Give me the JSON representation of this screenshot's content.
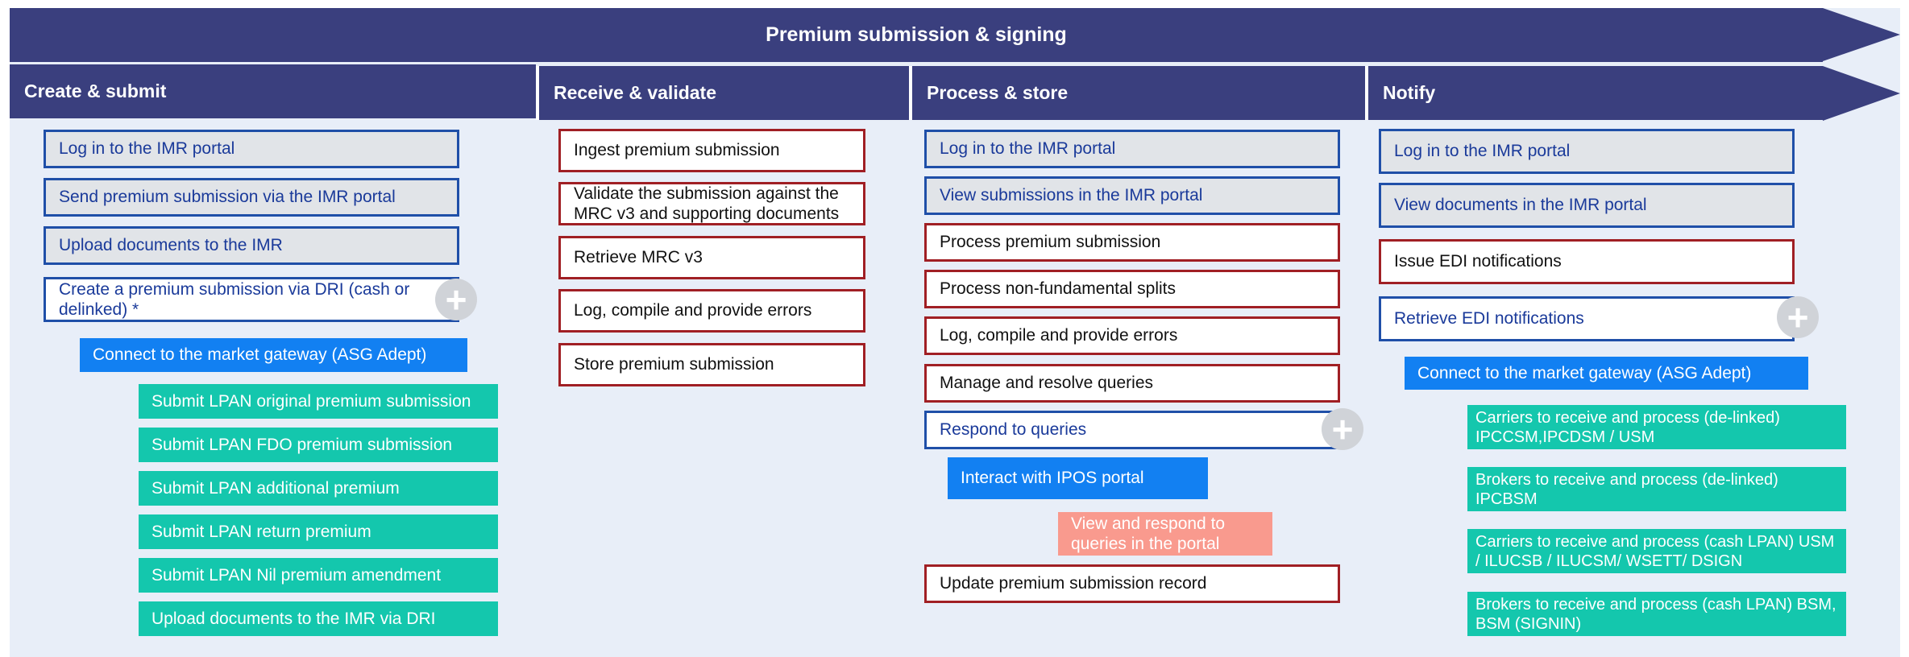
{
  "title": "Premium submission & signing",
  "columns": {
    "create": {
      "header": "Create & submit",
      "log_in": "Log in to the IMR portal",
      "send": "Send premium submission via the IMR portal",
      "upload": "Upload documents to the IMR",
      "create_dri": "Create a premium submission via DRI (cash or delinked) *",
      "connect": "Connect to the market gateway (ASG Adept)",
      "lpan_original": "Submit LPAN  original premium submission",
      "lpan_fdo": "Submit LPAN FDO premium submission",
      "lpan_additional": "Submit LPAN additional premium",
      "lpan_return": "Submit LPAN return premium",
      "lpan_nil": "Submit LPAN Nil premium amendment",
      "upload_dri": "Upload documents to the IMR via DRI"
    },
    "receive": {
      "header": "Receive & validate",
      "ingest": "Ingest premium submission",
      "validate": "Validate the submission against the MRC v3 and supporting documents",
      "retrieve": "Retrieve MRC v3",
      "errors": "Log, compile and provide errors",
      "store": "Store premium submission"
    },
    "process": {
      "header": "Process & store",
      "log_in": "Log in to the IMR portal",
      "view": "View submissions in the IMR portal",
      "process_premium": "Process premium submission",
      "splits": "Process non-fundamental splits",
      "errors": "Log, compile and provide errors",
      "manage": "Manage and resolve queries",
      "respond": "Respond to queries",
      "ipos": "Interact with IPOS portal",
      "view_respond": "View and respond to queries in the portal",
      "update": "Update premium submission record"
    },
    "notify": {
      "header": "Notify",
      "log_in": "Log in to the IMR portal",
      "view_docs": "View documents in the IMR portal",
      "issue_edi": "Issue  EDI notifications",
      "retrieve_edi": "Retrieve EDI notifications",
      "connect": "Connect to the market gateway (ASG Adept)",
      "carriers_delinked": "Carriers to receive and process  (de-linked) IPCCSM,IPCDSM / USM",
      "brokers_delinked": "Brokers to receive and process (de-linked) IPCBSM",
      "carriers_cash": "Carriers to receive and process  (cash LPAN) USM / ILUCSB / ILUCSM/ WSETT/ DSIGN",
      "brokers_cash": "Brokers to receive and process (cash LPAN) BSM, BSM (SIGNIN)"
    }
  },
  "plus_symbol": "+",
  "colors": {
    "banner": "#3a3f7e",
    "background": "#e8eef8",
    "blue_border": "#1f4fa8",
    "red_border": "#a01f24",
    "blue_fill": "#1280f2",
    "teal": "#14c7ad",
    "salmon": "#f99a8e"
  }
}
